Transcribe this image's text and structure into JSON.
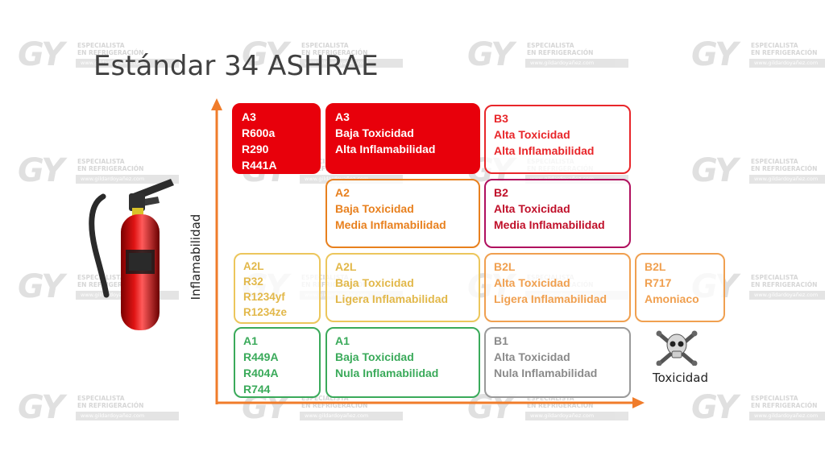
{
  "title": "Estándar 34 ASHRAE",
  "axis": {
    "y_label": "Inflamabilidad",
    "x_label": "Toxicidad"
  },
  "watermark": {
    "logo": "GY",
    "line1": "ESPECIALISTA",
    "line2": "EN REFRIGERACIÓN",
    "url": "www.gildardoyañez.com"
  },
  "colors": {
    "axis": "#f07c2a",
    "a3_fill": "#e8000b",
    "b3": "#e8262a",
    "a2": "#e8801e",
    "b2": "#b0105e",
    "a2l": "#ecc65c",
    "b2l": "#f0a050",
    "a1": "#3aaa5a",
    "b1": "#9a9a9a"
  },
  "icons": [
    "fire-extinguisher-icon",
    "skull-crossbones-icon"
  ],
  "cells": {
    "a3_refrig": [
      "A3",
      "R600a",
      "R290",
      "R441A"
    ],
    "a3": [
      "A3",
      "Baja Toxicidad",
      "Alta Inflamabilidad"
    ],
    "b3": [
      "B3",
      "Alta Toxicidad",
      "Alta Inflamabilidad"
    ],
    "a2": [
      "A2",
      "Baja Toxicidad",
      "Media Inflamabilidad"
    ],
    "b2": [
      "B2",
      "Alta Toxicidad",
      "Media Inflamabilidad"
    ],
    "a2l_refrig": [
      "A2L",
      "R32",
      "R1234yf",
      "R1234ze"
    ],
    "a2l": [
      "A2L",
      "Baja Toxicidad",
      "Ligera Inflamabilidad"
    ],
    "b2l": [
      "B2L",
      "Alta Toxicidad",
      "Ligera Inflamabilidad"
    ],
    "b2l_refrig": [
      "B2L",
      "R717",
      "Amoniaco"
    ],
    "a1_refrig": [
      "A1",
      "R449A",
      "R404A",
      "R744"
    ],
    "a1": [
      "A1",
      "Baja Toxicidad",
      "Nula Inflamabilidad"
    ],
    "b1": [
      "B1",
      "Alta Toxicidad",
      "Nula Inflamabilidad"
    ]
  }
}
